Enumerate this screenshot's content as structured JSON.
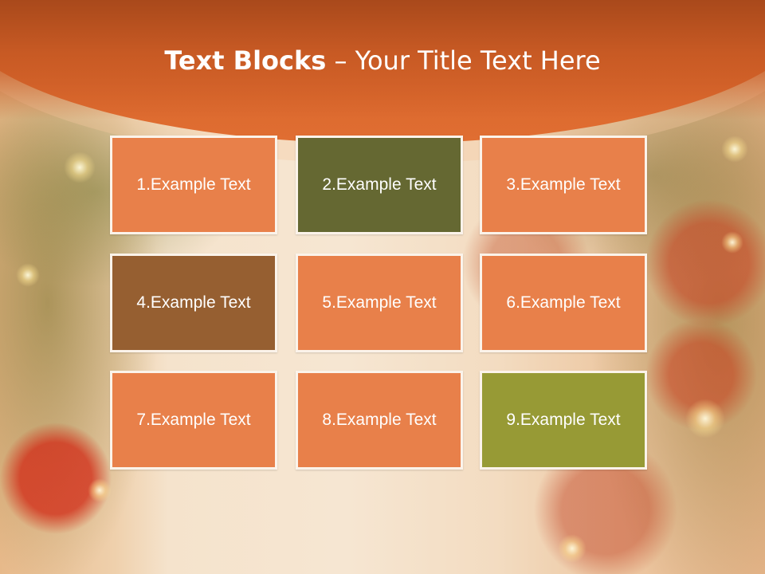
{
  "title": {
    "bold": "Text Blocks",
    "separator": " – ",
    "rest": "Your Title Text Here"
  },
  "colors": {
    "header": "#c85a24",
    "block_orange": "#e8804a",
    "block_dark_olive": "#656832",
    "block_brown": "#965f31",
    "block_olive_green": "#979a35",
    "block_border": "#fbf3ea",
    "text": "#ffffff"
  },
  "blocks": [
    {
      "label": "1.Example Text",
      "color": "#e8804a"
    },
    {
      "label": "2.Example Text",
      "color": "#656832"
    },
    {
      "label": "3.Example Text",
      "color": "#e8804a"
    },
    {
      "label": "4.Example Text",
      "color": "#965f31"
    },
    {
      "label": "5.Example Text",
      "color": "#e8804a"
    },
    {
      "label": "6.Example Text",
      "color": "#e8804a"
    },
    {
      "label": "7.Example Text",
      "color": "#e8804a"
    },
    {
      "label": "8.Example Text",
      "color": "#e8804a"
    },
    {
      "label": "9.Example Text",
      "color": "#979a35"
    }
  ]
}
